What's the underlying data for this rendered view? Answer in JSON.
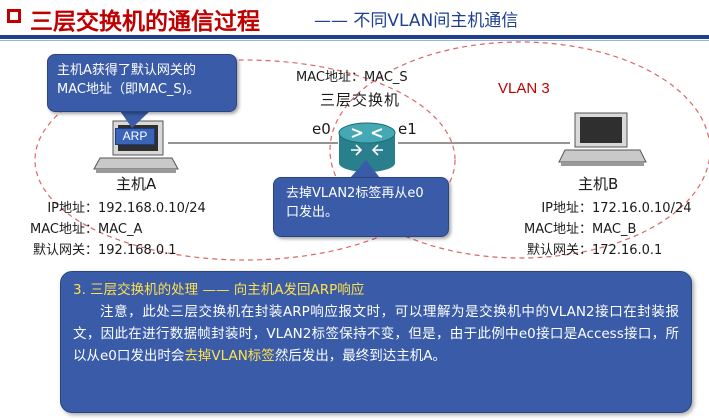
{
  "header": {
    "title": "三层交换机的通信过程",
    "dash": "——",
    "subtitle": "不同VLAN间主机通信"
  },
  "callout_left": {
    "line1": "主机A获得了默认网关的",
    "line2": "MAC地址（即MAC_S)。"
  },
  "callout_center": {
    "line1": "去掉VLAN2标签再从e0",
    "line2": "口发出。"
  },
  "router": {
    "mac": "MAC地址：MAC_S",
    "name": "三层交换机",
    "port_left": "e0",
    "port_right": "e1"
  },
  "vlan_right": "VLAN 3",
  "arp_label": "ARP",
  "host_a": {
    "name": "主机A",
    "ip_key": "IP地址：",
    "ip_val": "192.168.0.10/24",
    "mac_key": "MAC地址：",
    "mac_val": "MAC_A",
    "gw_key": "默认网关：",
    "gw_val": "192.168.0.1"
  },
  "host_b": {
    "name": "主机B",
    "ip_key": "IP地址：",
    "ip_val": "172.16.0.10/24",
    "mac_key": "MAC地址：",
    "mac_val": "MAC_B",
    "gw_key": "默认网关：",
    "gw_val": "172.16.0.1"
  },
  "step": {
    "title": "3.  三层交换机的处理 —— 向主机A发回ARP响应",
    "body_part1": "注意，此处三层交换机在封装ARP响应报文时，可以理解为是交换机中的VLAN2接口在封装报文，因此在进行数据帧封装时，VLAN2标签保持不变，但是，由于此例中e0接口是Access接口，所以从e0口发出时会",
    "body_highlight": "去掉VLAN标签",
    "body_part2": "然后发出，最终到达主机A。"
  },
  "colors": {
    "title_red": "#c00000",
    "navy": "#1f3f8f",
    "callout_blue": "#3a5ca8",
    "highlight_yellow": "#ffe14d",
    "router_teal": "#2f8e9c"
  }
}
